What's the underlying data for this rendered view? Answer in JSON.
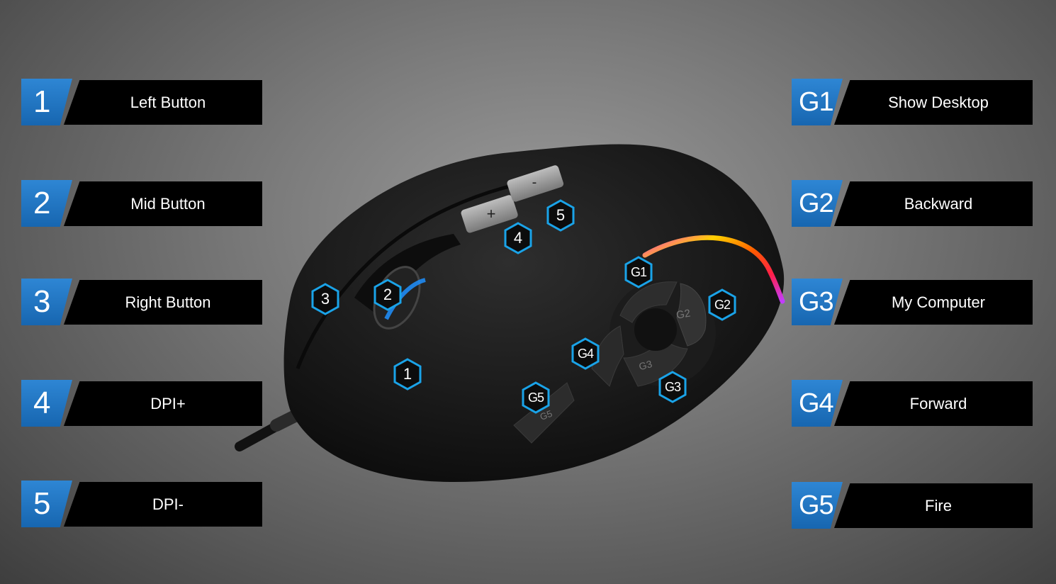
{
  "left_legend": [
    {
      "num": "1",
      "label": "Left Button"
    },
    {
      "num": "2",
      "label": "Mid Button"
    },
    {
      "num": "3",
      "label": "Right Button"
    },
    {
      "num": "4",
      "label": "DPI+"
    },
    {
      "num": "5",
      "label": "DPI-"
    }
  ],
  "right_legend": [
    {
      "num": "G1",
      "label": "Show Desktop"
    },
    {
      "num": "G2",
      "label": "Backward"
    },
    {
      "num": "G3",
      "label": "My Computer"
    },
    {
      "num": "G4",
      "label": "Forward"
    },
    {
      "num": "G5",
      "label": "Fire"
    }
  ],
  "mouse_markers": [
    "1",
    "2",
    "3",
    "4",
    "5",
    "G1",
    "G2",
    "G3",
    "G4",
    "G5"
  ],
  "mouse_keys": {
    "dpi_plus": "+",
    "dpi_minus": "-",
    "g2": "G2",
    "g3": "G3",
    "g5": "G5"
  },
  "colors": {
    "badge_blue": "#1f76c4",
    "hex_outline": "#1aa3e8",
    "label_bg": "#000000"
  }
}
